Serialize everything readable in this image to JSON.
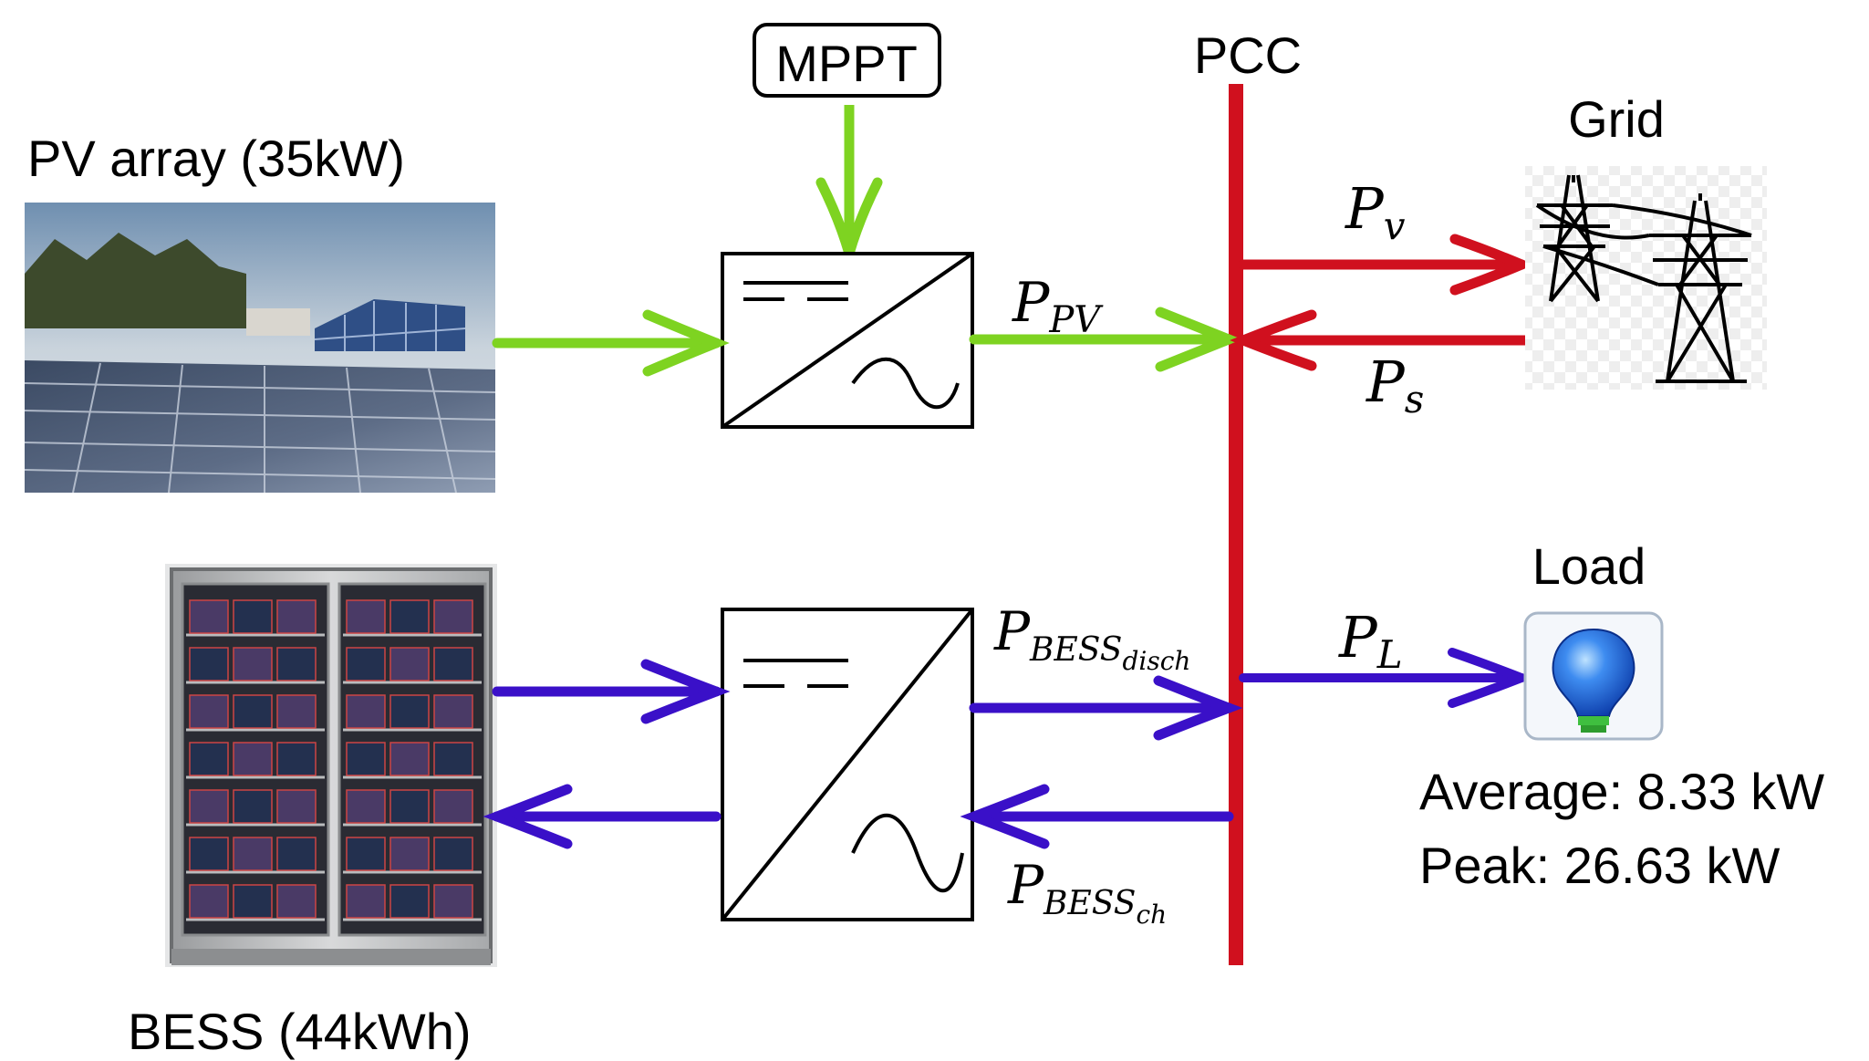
{
  "labels": {
    "pv_array": "PV array (35kW)",
    "bess": "BESS (44kWh)",
    "mppt": "MPPT",
    "pcc": "PCC",
    "grid": "Grid",
    "load": "Load",
    "load_average": "Average: 8.33 kW",
    "load_peak": "Peak: 26.63 kW"
  },
  "flows": {
    "p_pv": {
      "main": "P",
      "sub": "PV"
    },
    "p_v": {
      "main": "P",
      "sub": "v"
    },
    "p_s": {
      "main": "P",
      "sub": "s"
    },
    "p_l": {
      "main": "P",
      "sub": "L"
    },
    "p_bess_disch": {
      "main": "P",
      "sub": "BESS",
      "subsub": "disch"
    },
    "p_bess_ch": {
      "main": "P",
      "sub": "BESS",
      "subsub": "ch"
    }
  },
  "icons": {
    "pv_photo": "solar-panel-photo",
    "bess_photo": "battery-cabinet-photo",
    "grid": "transmission-tower-icon",
    "load": "light-bulb-icon",
    "converter": "dc-ac-converter-icon"
  },
  "colors": {
    "pv_flow": "#7ed321",
    "bess_flow": "#3a10c8",
    "grid_flow": "#d0101e",
    "pcc_bus": "#d0101e",
    "bulb": "#1b5fd6"
  }
}
